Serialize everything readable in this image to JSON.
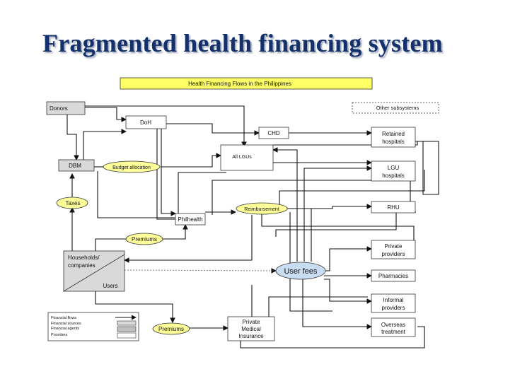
{
  "title": "Fragmented health financing system",
  "diagram": {
    "header": "Health Financing Flows in the Philippines",
    "nodes": {
      "donors": "Donors",
      "doh": "DoH",
      "dbm": "DBM",
      "budget_allocation": "Budget allocation",
      "all_lgus": "All LGUs",
      "chd": "CHD",
      "other_subsystems": "Other subsystems",
      "retained_hospitals": [
        "Retained",
        "hospitals"
      ],
      "lgu_hospitals": [
        "LGU",
        "hospitals"
      ],
      "rhu": "RHU",
      "taxes": "Taxes",
      "reimbursement": "Reimbursement",
      "philhealth": "Philhealth",
      "premiums_top": "Premiums",
      "private_providers": [
        "Private",
        "providers"
      ],
      "households": [
        "Households/",
        "companies"
      ],
      "users": "Users",
      "user_fees": "User fees",
      "pharmacies": "Pharmacies",
      "informal_providers": [
        "Informal",
        "providers"
      ],
      "premiums_bottom": "Premiums",
      "private_medical_insurance": [
        "Private",
        "Medical",
        "Insurance"
      ],
      "overseas_treatment": [
        "Overseas",
        "treatment"
      ]
    },
    "legend": [
      "Financial flows",
      "Financial sources",
      "Financial agents",
      "Providers"
    ],
    "colors": {
      "header_fill": "#ffff66",
      "oval_fill": "#ffff99",
      "user_fees_fill": "#c8dcf2",
      "title_color": "#15316b"
    }
  }
}
